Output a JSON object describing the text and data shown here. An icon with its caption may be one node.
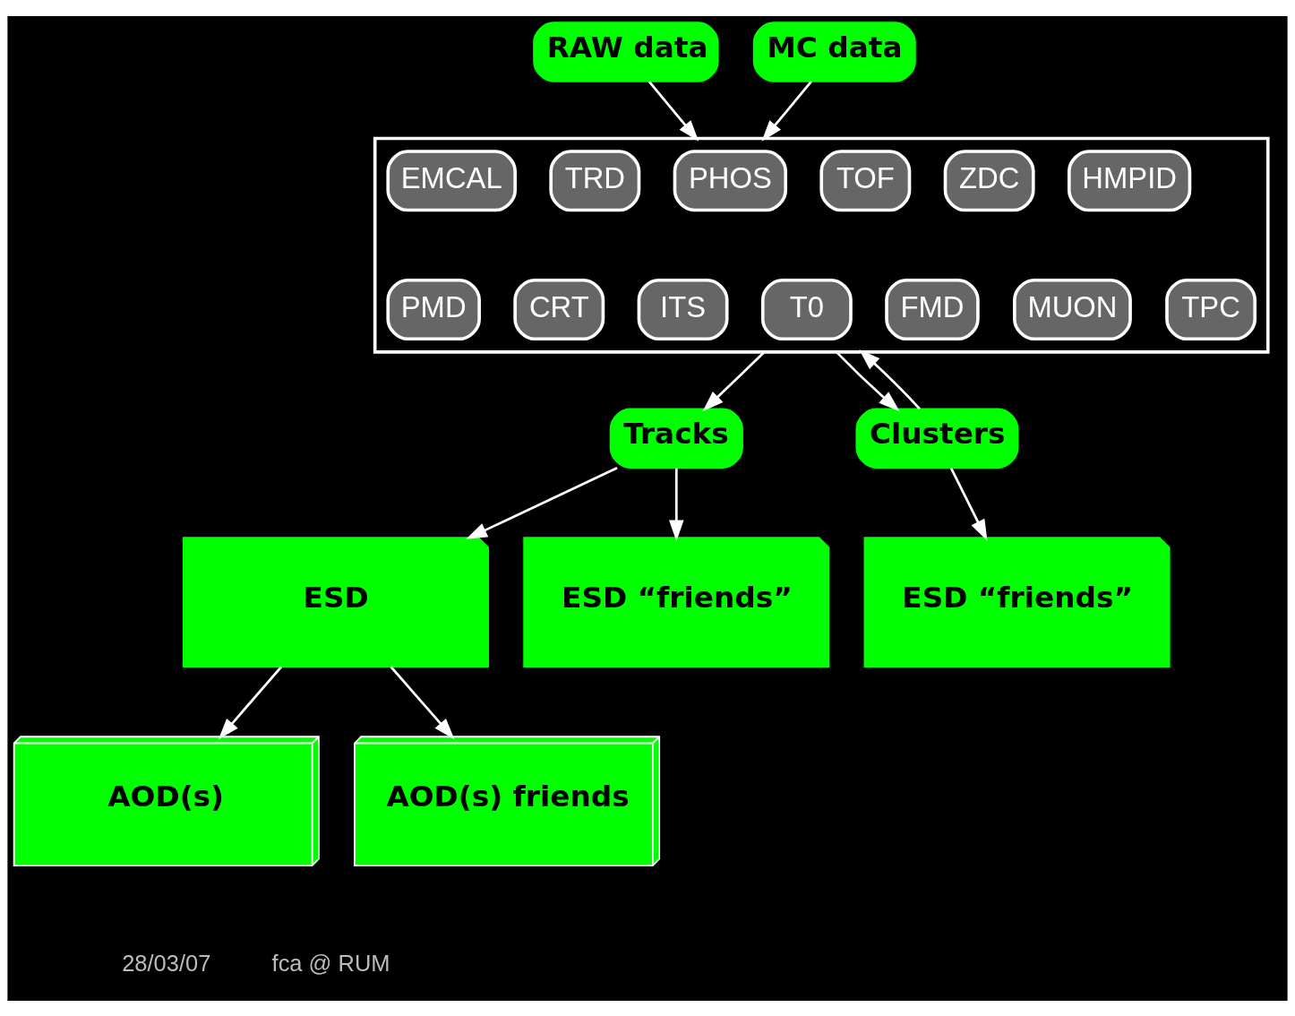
{
  "diagram": {
    "nodes": [
      {
        "text": [
          "RAW data"
        ]
      },
      {
        "text": [
          "MC data"
        ]
      },
      {
        "text": [],
        "shape": "box"
      },
      {
        "text": [
          "EMCAL"
        ],
        "in": 2
      },
      {
        "text": [
          "TRD"
        ],
        "in": 2
      },
      {
        "text": [
          "PHOS"
        ],
        "in": 2
      },
      {
        "text": [
          "TOF"
        ],
        "in": 2
      },
      {
        "text": [
          "ZDC"
        ],
        "in": 2
      },
      {
        "text": [
          "HMPID"
        ],
        "in": 2
      },
      {
        "text": [
          "PMD"
        ],
        "in": 2
      },
      {
        "text": [
          "CRT"
        ],
        "in": 2
      },
      {
        "text": [
          "ITS"
        ],
        "in": 2
      },
      {
        "text": [
          "T0"
        ],
        "in": 2
      },
      {
        "text": [
          "FMD"
        ],
        "in": 2
      },
      {
        "text": [
          "MUON"
        ],
        "in": 2
      },
      {
        "text": [
          "TPC"
        ],
        "in": 2
      },
      {
        "text": [
          "Tracks"
        ]
      },
      {
        "text": [
          "Clusters"
        ]
      },
      {
        "text": [
          "ESD “friends”"
        ]
      },
      {
        "text": [
          "ESD"
        ]
      },
      {
        "text": [
          "ESD “friends”"
        ]
      },
      {
        "text": [
          "AOD(s)"
        ]
      },
      {
        "text": [
          "AOD(s) friends"
        ]
      }
    ],
    "edges": [
      {
        "from": 0,
        "to": 2,
        "arrow": "to"
      },
      {
        "from": 1,
        "to": 2,
        "arrow": "to"
      },
      {
        "from": 2,
        "to": 16,
        "arrow": "to"
      },
      {
        "from": 2,
        "to": 17,
        "arrow": "to"
      },
      {
        "from": 17,
        "to": 2,
        "arrow": "to"
      },
      {
        "from": 17,
        "to": 18,
        "arrow": "to"
      },
      {
        "from": 16,
        "to": 19,
        "arrow": "to"
      },
      {
        "from": 16,
        "to": 20,
        "arrow": "to"
      },
      {
        "from": 19,
        "to": 21,
        "arrow": "to"
      },
      {
        "from": 19,
        "to": 22,
        "arrow": "to"
      }
    ],
    "labels": [
      "28/03/07",
      "fca @ RUM"
    ]
  }
}
